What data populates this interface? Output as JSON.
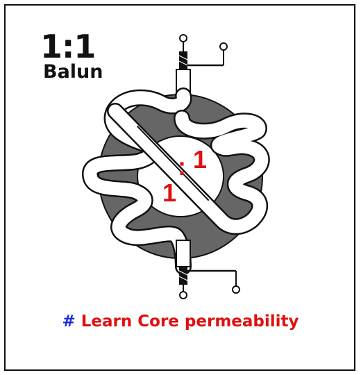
{
  "title": {
    "ratio": "1:1",
    "word": "Balun"
  },
  "diagram": {
    "label_left": "1",
    "label_colon": ":",
    "label_right": "1"
  },
  "caption": {
    "hash": "#",
    "text": "Learn Core permeability"
  },
  "colors": {
    "core": "#666666",
    "label_red": "#e01010",
    "hash_blue": "#1b2fd6",
    "outline": "#111111"
  }
}
